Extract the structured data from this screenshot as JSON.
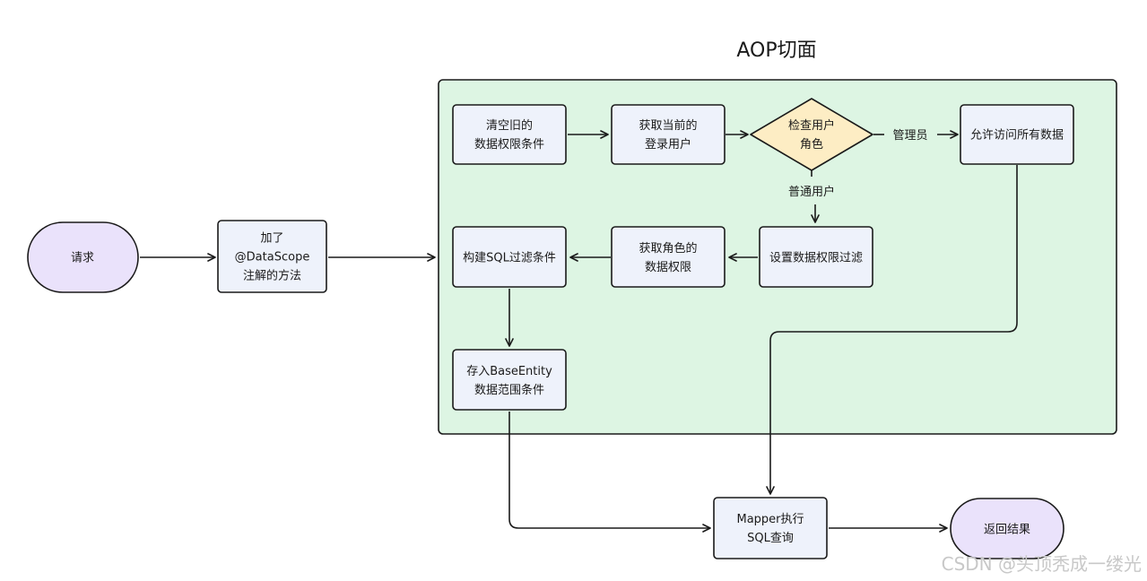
{
  "title": "AOP切面",
  "colors": {
    "group_bg": "#ddf5e3",
    "box_bg": "#eef2fb",
    "terminal_bg": "#eae2fb",
    "decision_bg": "#fdedc4",
    "stroke": "#1a1a1a",
    "watermark": "#c8c8c8"
  },
  "nodes": {
    "request": {
      "lines": [
        "请求"
      ]
    },
    "annotated_method": {
      "lines": [
        "加了",
        "@DataScope",
        "注解的方法"
      ]
    },
    "clear_old": {
      "lines": [
        "清空旧的",
        "数据权限条件"
      ]
    },
    "get_user": {
      "lines": [
        "获取当前的",
        "登录用户"
      ]
    },
    "check_role": {
      "lines": [
        "检查用户",
        "角色"
      ]
    },
    "allow_all": {
      "lines": [
        "允许访问所有数据"
      ]
    },
    "set_filter": {
      "lines": [
        "设置数据权限过滤"
      ]
    },
    "get_role_perm": {
      "lines": [
        "获取角色的",
        "数据权限"
      ]
    },
    "build_sql": {
      "lines": [
        "构建SQL过滤条件"
      ]
    },
    "store_entity": {
      "lines": [
        "存入BaseEntity",
        "数据范围条件"
      ]
    },
    "mapper": {
      "lines": [
        "Mapper执行",
        "SQL查询"
      ]
    },
    "return_result": {
      "lines": [
        "返回结果"
      ]
    }
  },
  "edge_labels": {
    "admin": "管理员",
    "normal_user": "普通用户"
  },
  "watermark": "CSDN @头顶秃成一缕光"
}
